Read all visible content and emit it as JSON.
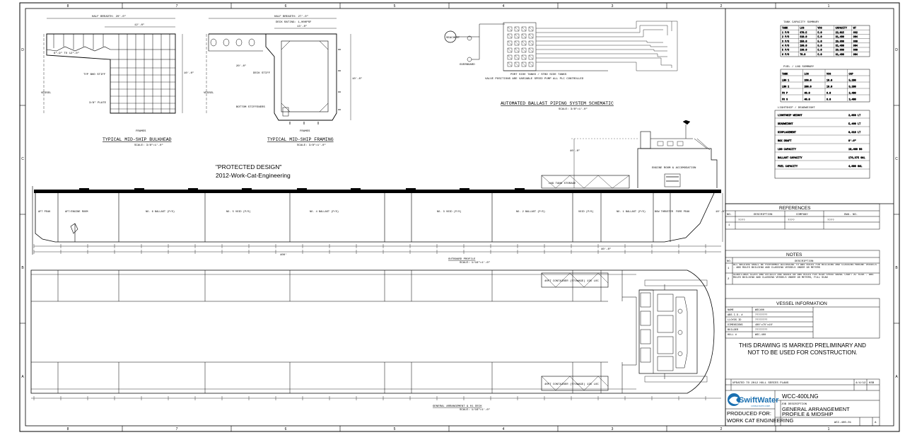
{
  "border": {
    "col_labels": [
      "8",
      "7",
      "6",
      "5",
      "4",
      "3",
      "2",
      "1"
    ],
    "row_labels": [
      "D",
      "C",
      "B",
      "A"
    ]
  },
  "bulkhead": {
    "title": "TYPICAL MID-SHIP BULKHEAD",
    "scale": "SCALE: 3/8\"=1'-0\"",
    "half_breadth": "HALF BREADTH: 20'-0\"",
    "dim_12": "12'-0\"",
    "dim_deck": "6\"-9\" TO 12\"-0\"",
    "stiff_note": "TYP BHD STIFF",
    "plate_note": "3/8\" PLATE",
    "vessel_label": "VESSEL",
    "depth": "10'-0\"",
    "frames_label": "FRAMES"
  },
  "framing": {
    "title": "TYPICAL MID-SHIP FRAMING",
    "scale": "SCALE: 3/8\"=1'-0\"",
    "half_breadth": "HALF BREADTH: 27'-0\"",
    "deck_note": "DECK RATING: 1,000PSF",
    "dim_top": "13'-0\"",
    "dim_side": "20'-0\"",
    "side_note": "DECK STIFF",
    "bottom_note": "BOTTOM STIFFENERS",
    "vessel_label": "VESSEL",
    "depth": "10'-0\"",
    "frames_label": "FRAMES"
  },
  "ballast": {
    "title": "AUTOMATED BALLAST PIPING SYSTEM SCHEMATIC",
    "scale": "SCALE: 3/8\"=1'-0\"",
    "pump_label": "SEACHEST",
    "overboard_label": "OVERBOARD",
    "port_label": "PORT SIDE TANKS / STBD SIDE TANKS",
    "valve_note": "VALVE POSITIONS ARE VARIABLE SPEED PUMP ALL PLC CONTROLLED"
  },
  "protected": {
    "line1": "\"PROTECTED DESIGN\"",
    "line2": "2012-Work-Cat-Engineering"
  },
  "profile": {
    "label": "OUTBOARD PROFILE",
    "sub": "SCALE: 1/16\"=1'-0\"",
    "total_length": "400'",
    "depth_label": "10'-0\"",
    "aft_dim": "40'-0\"",
    "compartments": [
      "AFT PEAK",
      "AFT/ENGINE ROOM",
      "NO. 6 BALLAST (P/S)",
      "NO. 5 VOID (P/S)",
      "NO. 4 BALLAST (P/S)",
      "NO. 3 VOID (P/S)",
      "NO. 2 BALLAST (P/S)",
      "VOID (P/S)",
      "NO. 1 BALLAST (P/S)",
      "BOW THRUSTER",
      "FORE PEAK"
    ],
    "deckhouse_note": "ENGINE ROOM & ACCOMODATION",
    "tank_label": "LNG TANK STORAGE",
    "height_dim": "40'-0\""
  },
  "deck_plan": {
    "label": "GENERAL ARRANGEMENT & 01 DECK",
    "sub": "SCALE: 1/16\"=1'-0\"",
    "tank_label_1": "40FT CONTAINER (STOWAGE) 135 LOC",
    "tank_label_2": "40FT CONTAINER (STOWAGE) 135 LOC"
  },
  "references": {
    "title": "REFERENCES",
    "headers": [
      "NO.",
      "DESCRIPTION",
      "COMPANY",
      "DWG. NO."
    ],
    "rows": [
      [
        "1",
        "????",
        "????",
        "????"
      ]
    ]
  },
  "notes": {
    "title": "NOTES",
    "headers": [
      "NO.",
      "DESCRIPTION"
    ],
    "rows": [
      [
        "1",
        "ALL WELDING SHALL BE PERFORMED ACCORDING TO ABS RULES FOR BUILDING AND CLASSING MARINE VESSELS - ABS RULES BUILDING AND CLASSING VESSELS UNDER 90 METERS"
      ],
      [
        "2",
        "SCANTLINGS SIZES AND DETAILS ARE BASED ON ABS RULES FOR HIGH SPEED NAVAL CRAFT AT RISK - ABS RULES BUILDING AND CLASSING VESSELS UNDER 90 METERS, FULL SCAN"
      ]
    ]
  },
  "vessel_info": {
    "title": "VESSEL INFORMATION",
    "rows": [
      [
        "NAME",
        "WSC400"
      ],
      [
        "ABS I.D. #",
        "????????"
      ],
      [
        "LLOYDS ID",
        "????????"
      ],
      [
        "DIMENSIONS",
        "400'x70'x10'"
      ],
      [
        "BUILDER",
        "????????"
      ],
      [
        "HULL #",
        "WSC-400"
      ]
    ]
  },
  "preliminary": {
    "line1": "THIS DRAWING IS MARKED PRELIMINARY AND",
    "line2": "NOT TO BE USED FOR CONSTRUCTION."
  },
  "title_block": {
    "revision_row": "UPDATED TO 2012 HULL SERIES PLANS",
    "rev_date": "4/4/12",
    "rev_by": "KSB",
    "brand": "SwiftWater",
    "brand_sub": "CONSULTANTS CORP.",
    "drawing_title": "WCC-400LNG",
    "job_description_label": "JOB DESCRIPTION",
    "job_line1": "GENERAL ARRANGEMENT",
    "job_line2": "PROFILE & MIDSHIP",
    "produced_for_label": "PRODUCED FOR:",
    "produced_for": "WORK CAT ENGINEERING",
    "drawing_no": "WCC-400-01",
    "revision": "A"
  },
  "table_main": {
    "title": "TANK CAPACITY SUMMARY",
    "rows": [
      [
        "TANK",
        "LCG",
        "VCG",
        "CAPACITY",
        "WT"
      ],
      [
        "1 P/S",
        "370.5",
        "5.0",
        "22,015",
        "632"
      ],
      [
        "2 P/S",
        "310.0",
        "5.0",
        "31,480",
        "904"
      ],
      [
        "3 P/S",
        "250.0",
        "5.0",
        "29,960",
        "860"
      ],
      [
        "4 P/S",
        "190.0",
        "5.0",
        "31,480",
        "904"
      ],
      [
        "5 P/S",
        "130.0",
        "5.0",
        "29,960",
        "860"
      ],
      [
        "6 P/S",
        "70.0",
        "5.0",
        "31,480",
        "904"
      ]
    ]
  },
  "table_second": {
    "title": "FUEL / LNG SUMMARY",
    "rows": [
      [
        "TANK",
        "LCG",
        "VCG",
        "CAP"
      ],
      [
        "LNG 1",
        "260.0",
        "18.0",
        "5,200"
      ],
      [
        "LNG 2",
        "200.0",
        "18.0",
        "5,200"
      ],
      [
        "FO P",
        "40.0",
        "6.0",
        "2,400"
      ],
      [
        "FO S",
        "40.0",
        "6.0",
        "2,400"
      ]
    ]
  },
  "table_third": {
    "title": "LIGHTSHIP / DEADWEIGHT",
    "rows": [
      [
        "LIGHTSHIP WEIGHT",
        "2,850 LT"
      ],
      [
        "DEADWEIGHT",
        "5,460 LT"
      ],
      [
        "DISPLACEMENT",
        "8,310 LT"
      ],
      [
        "MAX DRAFT",
        "8'-6\""
      ],
      [
        "LNG CAPACITY",
        "10,400 M3"
      ],
      [
        "BALLAST CAPACITY",
        "176,375 GAL"
      ],
      [
        "FUEL CAPACITY",
        "4,800 GAL"
      ]
    ]
  }
}
